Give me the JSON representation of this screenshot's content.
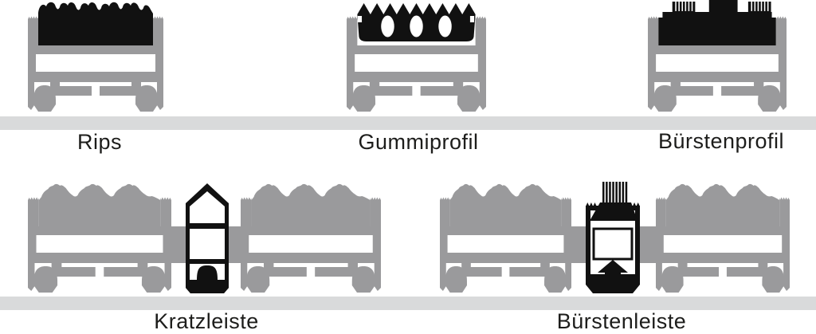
{
  "figure": {
    "top_row": [
      {
        "label": "Rips"
      },
      {
        "label": "Gummiprofil"
      },
      {
        "label": "Bürstenprofil"
      }
    ],
    "bottom_row": [
      {
        "label": "Kratzleiste"
      },
      {
        "label": "Bürstenleiste"
      }
    ],
    "colors": {
      "black_insert": "#111111",
      "aluminium_gray": "#9a9a9c",
      "floor_gray": "#d9dadb",
      "background": "#ffffff",
      "label_text": "#1d1d1b"
    }
  }
}
